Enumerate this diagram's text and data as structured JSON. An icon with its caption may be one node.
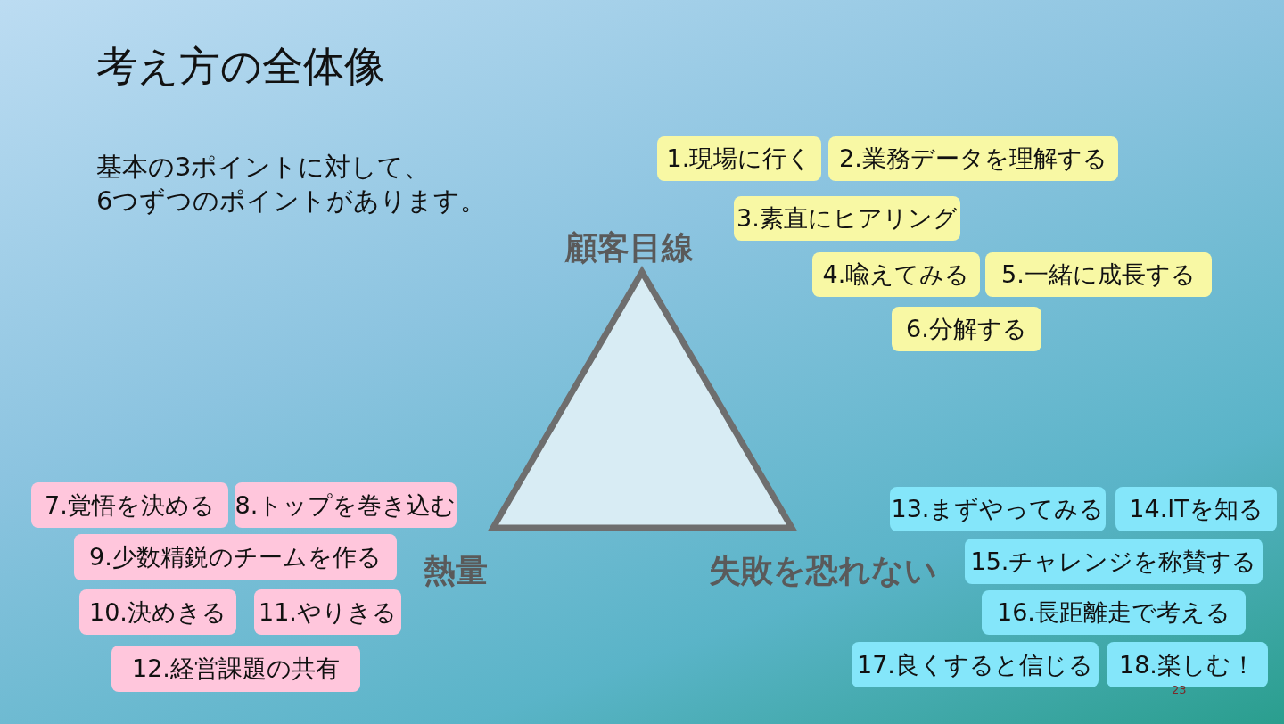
{
  "diagram": {
    "title": "考え方の全体像",
    "nodes": [
      {
        "text": [
          "1.現場に行く"
        ]
      },
      {
        "text": [
          "2.業務データを理解する"
        ]
      },
      {
        "text": [
          "3.素直にヒアリング"
        ]
      },
      {
        "text": [
          "4.喩えてみる"
        ]
      },
      {
        "text": [
          "5.一緒に成長する"
        ]
      },
      {
        "text": [
          "6.分解する"
        ]
      },
      {
        "text": [
          "7.覚悟を決める"
        ]
      },
      {
        "text": [
          "8.トップを巻き込む"
        ]
      },
      {
        "text": [
          "9.少数精鋭のチームを作る"
        ]
      },
      {
        "text": [
          "10.決めきる"
        ]
      },
      {
        "text": [
          "11.やりきる"
        ]
      },
      {
        "text": [
          "12.経営課題の共有"
        ]
      },
      {
        "text": [
          "13.まずやってみる"
        ]
      },
      {
        "text": [
          "14.ITを知る"
        ]
      },
      {
        "text": [
          "15.チャレンジを称賛する"
        ]
      },
      {
        "text": [
          "16.長距離走で考える"
        ]
      },
      {
        "text": [
          "17.良くすると信じる"
        ]
      },
      {
        "text": [
          "18.楽しむ！"
        ]
      }
    ],
    "labels": [
      "基本の3ポイントに対して、6つずつのポイントがあります。",
      "顧客目線",
      "熱量",
      "失敗を恐れない",
      "23"
    ]
  }
}
